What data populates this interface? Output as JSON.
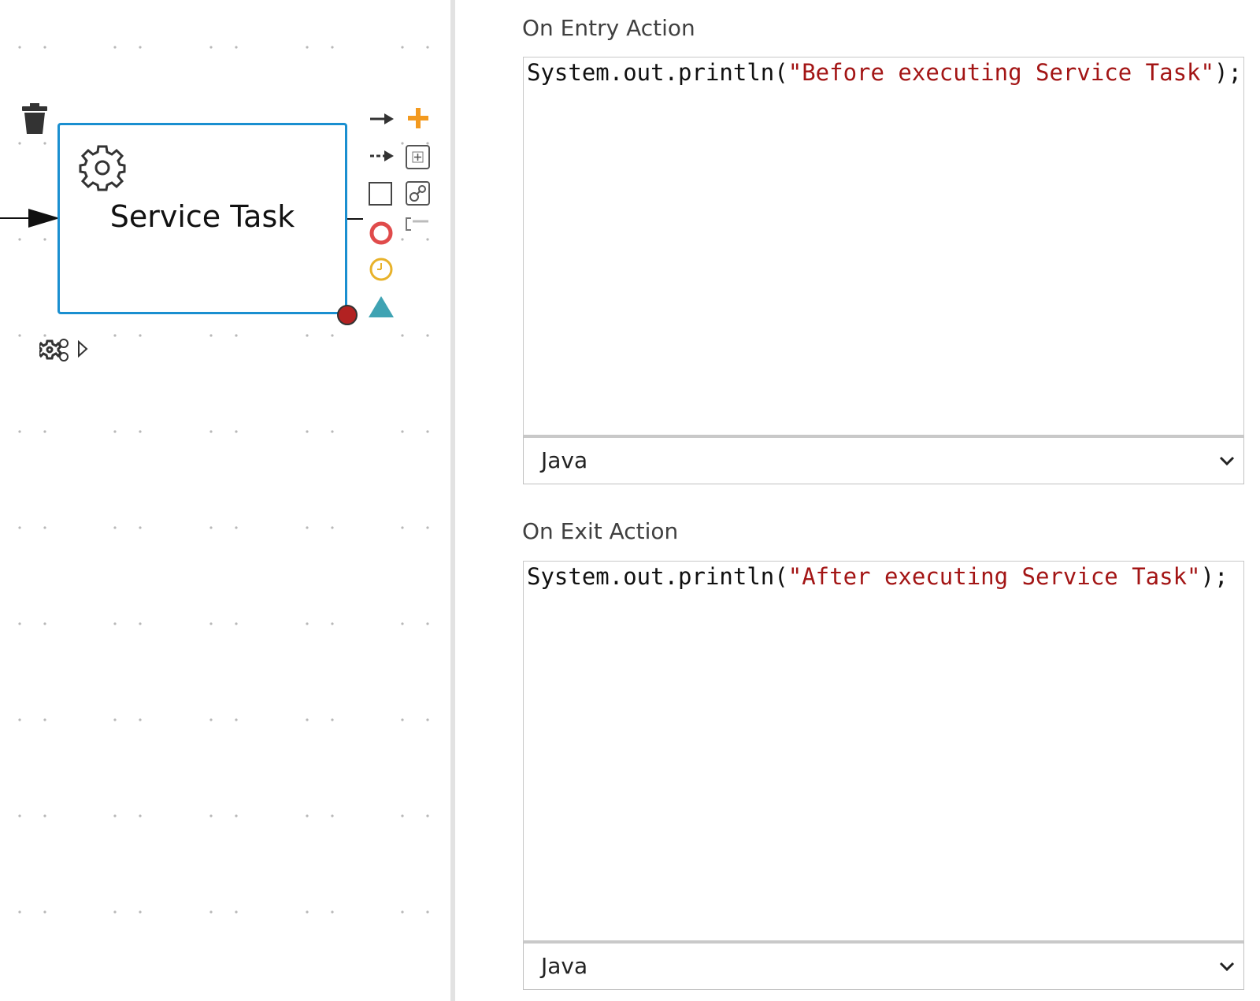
{
  "diagram": {
    "task": {
      "label": "Service Task",
      "icon": "gear-icon"
    },
    "palette": {
      "items": [
        "sequence-flow-icon",
        "add-icon",
        "association-icon",
        "subprocess-icon",
        "task-icon",
        "connector-icon",
        "end-event-icon",
        "timer-event-icon",
        "gateway-icon"
      ]
    },
    "toolbox": [
      "delete-icon",
      "settings-icon"
    ]
  },
  "properties": {
    "on_entry": {
      "label": "On Entry Action",
      "code_prefix": "System.out.println(",
      "code_string": "\"Before executing Service Task\"",
      "code_suffix": ");",
      "language": "Java"
    },
    "on_exit": {
      "label": "On Exit Action",
      "code_prefix": "System.out.println(",
      "code_string": "\"After executing Service Task\"",
      "code_suffix": ");",
      "language": "Java"
    }
  },
  "colors": {
    "task_border": "#1a8fd0",
    "string_literal": "#a31515",
    "add_orange": "#f39a1f",
    "end_event_red": "#e04b4b",
    "timer_yellow": "#e8b22a",
    "gateway_teal": "#3fa3b3",
    "resize_handle": "#b22222"
  }
}
